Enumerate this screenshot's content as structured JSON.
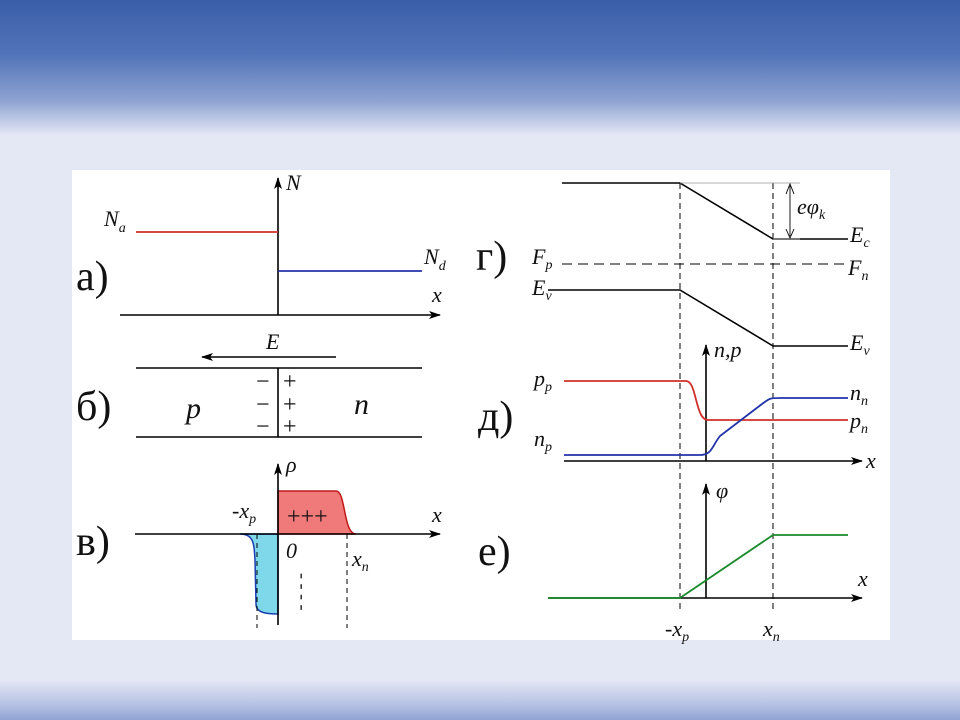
{
  "panels": {
    "a": "а)",
    "b": "б)",
    "v": "в)",
    "g": "г)",
    "d": "д)",
    "e": "е)"
  },
  "panel_a": {
    "y_axis": "N",
    "x_axis": "x",
    "na_main": "N",
    "na_sub": "a",
    "nd_main": "N",
    "nd_sub": "d",
    "colors": {
      "acceptor": "#d0302a",
      "donor": "#2233aa"
    }
  },
  "panel_b": {
    "field_label": "E",
    "p_region": "p",
    "n_region": "n",
    "minus": "−",
    "plus": "+"
  },
  "panel_v": {
    "y_axis": "ρ",
    "x_axis": "x",
    "positive_charge": "+++",
    "negative_charge": "- - - -",
    "origin": "0",
    "xp_label": "-x",
    "xp_sub": "p",
    "xn_label": "x",
    "xn_sub": "n",
    "colors": {
      "positive_fill": "#f07a7a",
      "negative_fill": "#7fd8ea"
    }
  },
  "panel_g": {
    "ec_main": "E",
    "ec_sub": "c",
    "ev_main": "E",
    "ev_sub": "v",
    "ev_left_main": "E",
    "ev_left_sub": "v",
    "fp_main": "F",
    "fp_sub": "p",
    "fn_main": "F",
    "fn_sub": "n",
    "barrier_main": "eφ",
    "barrier_sub": "k"
  },
  "panel_d": {
    "y_axis": "n,p",
    "x_axis": "x",
    "pp_main": "p",
    "pp_sub": "p",
    "np_main": "n",
    "np_sub": "p",
    "nn_main": "n",
    "nn_sub": "n",
    "pn_main": "p",
    "pn_sub": "n",
    "colors": {
      "holes": "#d0302a",
      "electrons": "#2233aa"
    }
  },
  "panel_e": {
    "y_axis": "φ",
    "x_axis": "x",
    "xp_label": "-x",
    "xp_sub": "p",
    "xn_label": "x",
    "xn_sub": "n",
    "colors": {
      "potential": "#1a8a2a"
    }
  }
}
